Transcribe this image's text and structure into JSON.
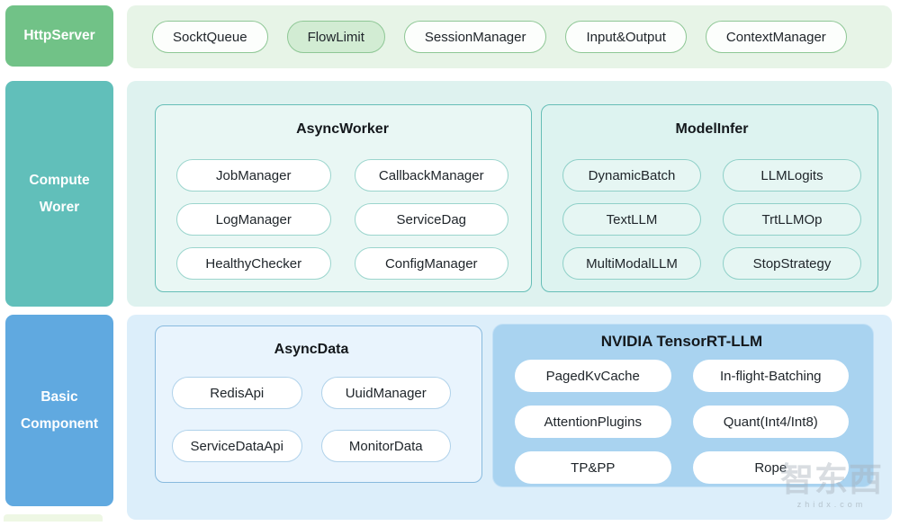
{
  "row_http": {
    "label": "HttpServer",
    "pills": [
      "SocktQueue",
      "FlowLimit",
      "SessionManager",
      "Input&Output",
      "ContextManager"
    ],
    "highlighted_pill": "FlowLimit"
  },
  "row_compute": {
    "label_line1": "Compute",
    "label_line2": "Worer",
    "async_worker": {
      "title": "AsyncWorker",
      "items": [
        "JobManager",
        "CallbackManager",
        "LogManager",
        "ServiceDag",
        "HealthyChecker",
        "ConfigManager"
      ]
    },
    "model_infer": {
      "title": "ModelInfer",
      "items": [
        "DynamicBatch",
        "LLMLogits",
        "TextLLM",
        "TrtLLMOp",
        "MultiModalLLM",
        "StopStrategy"
      ]
    }
  },
  "row_basic": {
    "label_line1": "Basic",
    "label_line2": "Component",
    "async_data": {
      "title": "AsyncData",
      "items": [
        "RedisApi",
        "UuidManager",
        "ServiceDataApi",
        "MonitorData"
      ]
    },
    "tensorrt": {
      "title": "NVIDIA TensorRT-LLM",
      "items": [
        "PagedKvCache",
        "In-flight-Batching",
        "AttentionPlugins",
        "Quant(Int4/Int8)",
        "TP&PP",
        "Rope"
      ]
    }
  },
  "watermark": {
    "logo": "智东西",
    "domain": "zhidx.com"
  },
  "colors": {
    "http_block": "#71c287",
    "http_band": "#e7f4e7",
    "http_pill_border": "#8ec795",
    "http_pill_highlight": "#d2ecd3",
    "compute_block": "#61bfba",
    "compute_band": "#def2ef",
    "async_worker_box": "#e9f7f4",
    "model_infer_box": "#ddf3f0",
    "teal_border": "#66beb7",
    "basic_block": "#60a9e0",
    "basic_band": "#dceefa",
    "async_data_box": "#e9f4fd",
    "tensorrt_box": "#a9d3f0",
    "pill_text": "#20262b",
    "title_text": "#14181c"
  }
}
